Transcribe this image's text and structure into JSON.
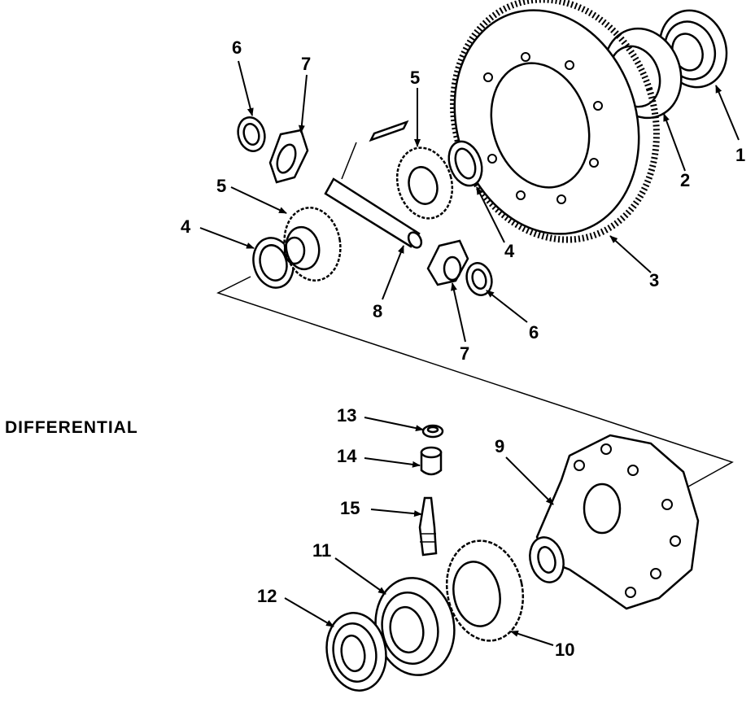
{
  "title": "DIFFERENTIAL",
  "callouts": [
    {
      "id": "1",
      "label": "1"
    },
    {
      "id": "2",
      "label": "2"
    },
    {
      "id": "3",
      "label": "3"
    },
    {
      "id": "4a",
      "label": "4"
    },
    {
      "id": "4b",
      "label": "4"
    },
    {
      "id": "5a",
      "label": "5"
    },
    {
      "id": "5b",
      "label": "5"
    },
    {
      "id": "6a",
      "label": "6"
    },
    {
      "id": "6b",
      "label": "6"
    },
    {
      "id": "7a",
      "label": "7"
    },
    {
      "id": "7b",
      "label": "7"
    },
    {
      "id": "8",
      "label": "8"
    },
    {
      "id": "9",
      "label": "9"
    },
    {
      "id": "10",
      "label": "10"
    },
    {
      "id": "11",
      "label": "11"
    },
    {
      "id": "12",
      "label": "12"
    },
    {
      "id": "13",
      "label": "13"
    },
    {
      "id": "14",
      "label": "14"
    },
    {
      "id": "15",
      "label": "15"
    }
  ]
}
